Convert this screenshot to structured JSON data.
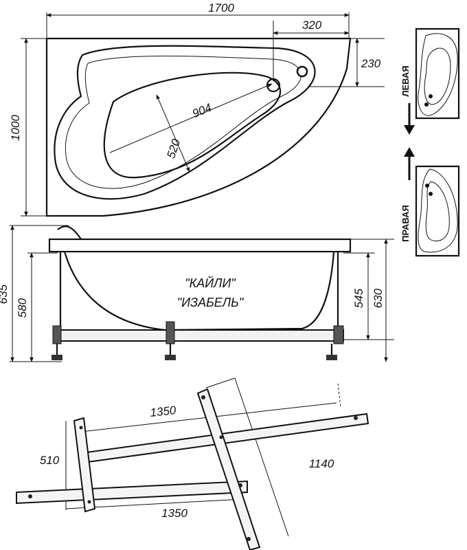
{
  "top_view": {
    "width_label": "1700",
    "depth_label": "1000",
    "corner_width_label": "320",
    "corner_depth_label": "230",
    "inner_length_label": "904",
    "inner_width_label": "520"
  },
  "orientations": {
    "left_label": "ЛЕВАЯ",
    "right_label": "ПРАВАЯ"
  },
  "side_view": {
    "model_line_1": "\"КАЙЛИ\"",
    "model_line_2": "\"ИЗАБЕЛЬ\"",
    "left_outer_height": "635",
    "left_inner_height": "580",
    "right_inner_height": "545",
    "right_outer_height": "630"
  },
  "frame": {
    "top_length": "1350",
    "bottom_length": "1350",
    "spacing": "510",
    "diagonal_length": "1140"
  }
}
